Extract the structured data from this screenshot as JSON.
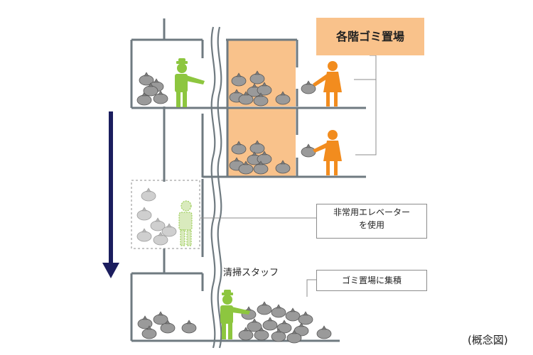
{
  "labels": {
    "floor_waste_area": "各階ゴミ置場",
    "emergency_elevator_line1": "非常用エレベーター",
    "emergency_elevator_line2": "を使用",
    "cleaning_staff": "清掃スタッフ",
    "collection_area": "ゴミ置場に集積",
    "concept_note": "(概念図)"
  },
  "colors": {
    "structure": "#6f7a80",
    "waste_area_fill": "#f9c28b",
    "staff_figure": "#8dc63f",
    "resident_figure": "#f28c1e",
    "down_arrow": "#1b1d5e",
    "garbage_bag": "#9a9a9a"
  },
  "icons": {
    "staff": "person-with-cap-icon",
    "resident": "person-icon",
    "garbage": "garbage-bag-icon",
    "direction": "down-arrow-icon"
  }
}
